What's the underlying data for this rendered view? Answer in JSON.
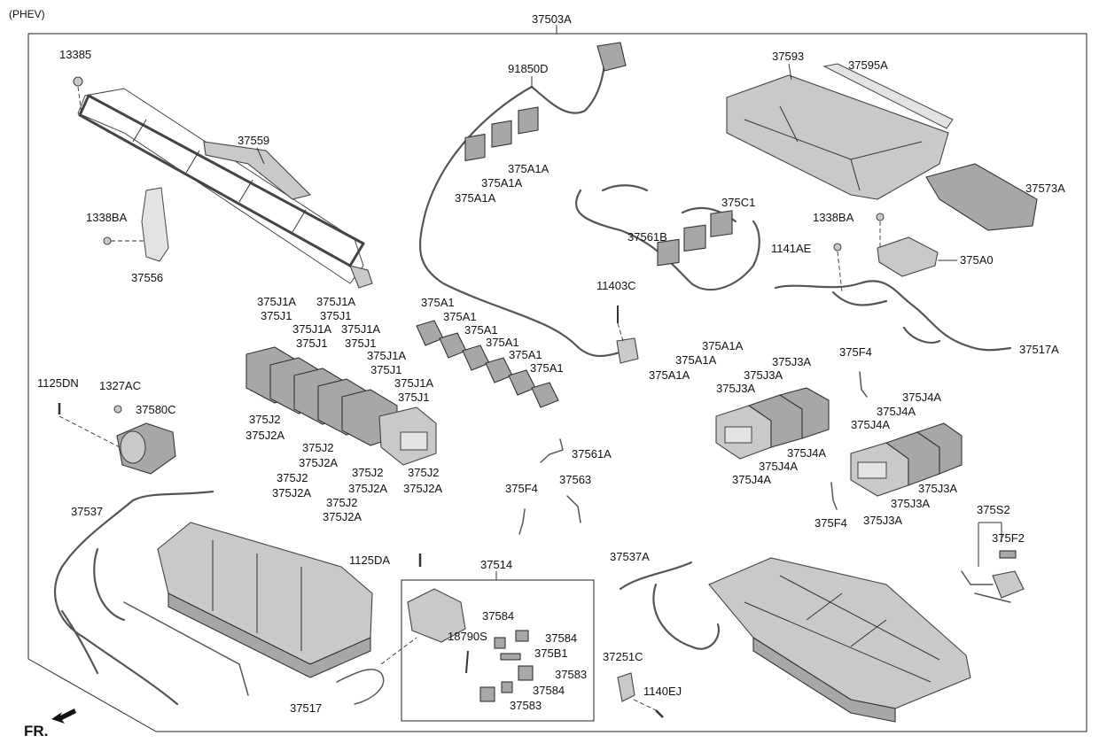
{
  "header": {
    "variant": "(PHEV)",
    "assembly": "37503A",
    "direction": "FR."
  },
  "callouts": {
    "c13385": "13385",
    "c37559": "37559",
    "c1338BA_left": "1338BA",
    "c37556": "37556",
    "c91850D": "91850D",
    "c37593": "37593",
    "c37595A": "37595A",
    "c37573A": "37573A",
    "c1338BA_right": "1338BA",
    "c1141AE": "1141AE",
    "c375A0": "375A0",
    "c375A1A_1": "375A1A",
    "c375A1A_2": "375A1A",
    "c375A1A_3": "375A1A",
    "c375C1": "375C1",
    "c37561B": "37561B",
    "c11403C": "11403C",
    "c375A1A_4": "375A1A",
    "c375A1A_5": "375A1A",
    "c375A1A_6": "375A1A",
    "c37517A": "37517A",
    "c375J1A_1": "375J1A",
    "c375J1_1": "375J1",
    "c375J1A_2": "375J1A",
    "c375J1_2": "375J1",
    "c375J1A_3": "375J1A",
    "c375J1_3": "375J1",
    "c375J1A_4": "375J1A",
    "c375J1_4": "375J1",
    "c375J1A_5": "375J1A",
    "c375J1_5": "375J1",
    "c375J1A_6": "375J1A",
    "c375J1_6": "375J1",
    "c375A1_1": "375A1",
    "c375A1_2": "375A1",
    "c375A1_3": "375A1",
    "c375A1_4": "375A1",
    "c375A1_5": "375A1",
    "c375A1_6": "375A1",
    "c375J2_1": "375J2",
    "c375J2A_1": "375J2A",
    "c375J2_2": "375J2",
    "c375J2A_2": "375J2A",
    "c375J2_3": "375J2",
    "c375J2A_3": "375J2A",
    "c375J2_4": "375J2",
    "c375J2A_4": "375J2A",
    "c375J2_5": "375J2",
    "c375J2A_5": "375J2A",
    "c375J2_6": "375J2",
    "c375J2A_6": "375J2A",
    "c375F4_1": "375F4",
    "c375J3A_1": "375J3A",
    "c375J3A_2": "375J3A",
    "c375J3A_3": "375J3A",
    "c375J4A_1": "375J4A",
    "c375J4A_2": "375J4A",
    "c375J4A_3": "375J4A",
    "c375J4A_4": "375J4A",
    "c375J4A_5": "375J4A",
    "c375J4A_6": "375J4A",
    "c375J3A_4": "375J3A",
    "c375J3A_5": "375J3A",
    "c375J3A_6": "375J3A",
    "c375F4_2": "375F4",
    "c1125DN": "1125DN",
    "c1327AC": "1327AC",
    "c37580C": "37580C",
    "c37561A": "37561A",
    "c375F4_3": "375F4",
    "c37563": "37563",
    "c37537": "37537",
    "c1125DA": "1125DA",
    "c37514": "37514",
    "c37584_1": "37584",
    "c18790S": "18790S",
    "c37584_2": "37584",
    "c375B1": "375B1",
    "c37583_1": "37583",
    "c37584_3": "37584",
    "c37583_2": "37583",
    "c37517": "37517",
    "c37537A": "37537A",
    "c37251C": "37251C",
    "c1140EJ": "1140EJ",
    "c375S2": "375S2",
    "c375F2": "375F2"
  }
}
